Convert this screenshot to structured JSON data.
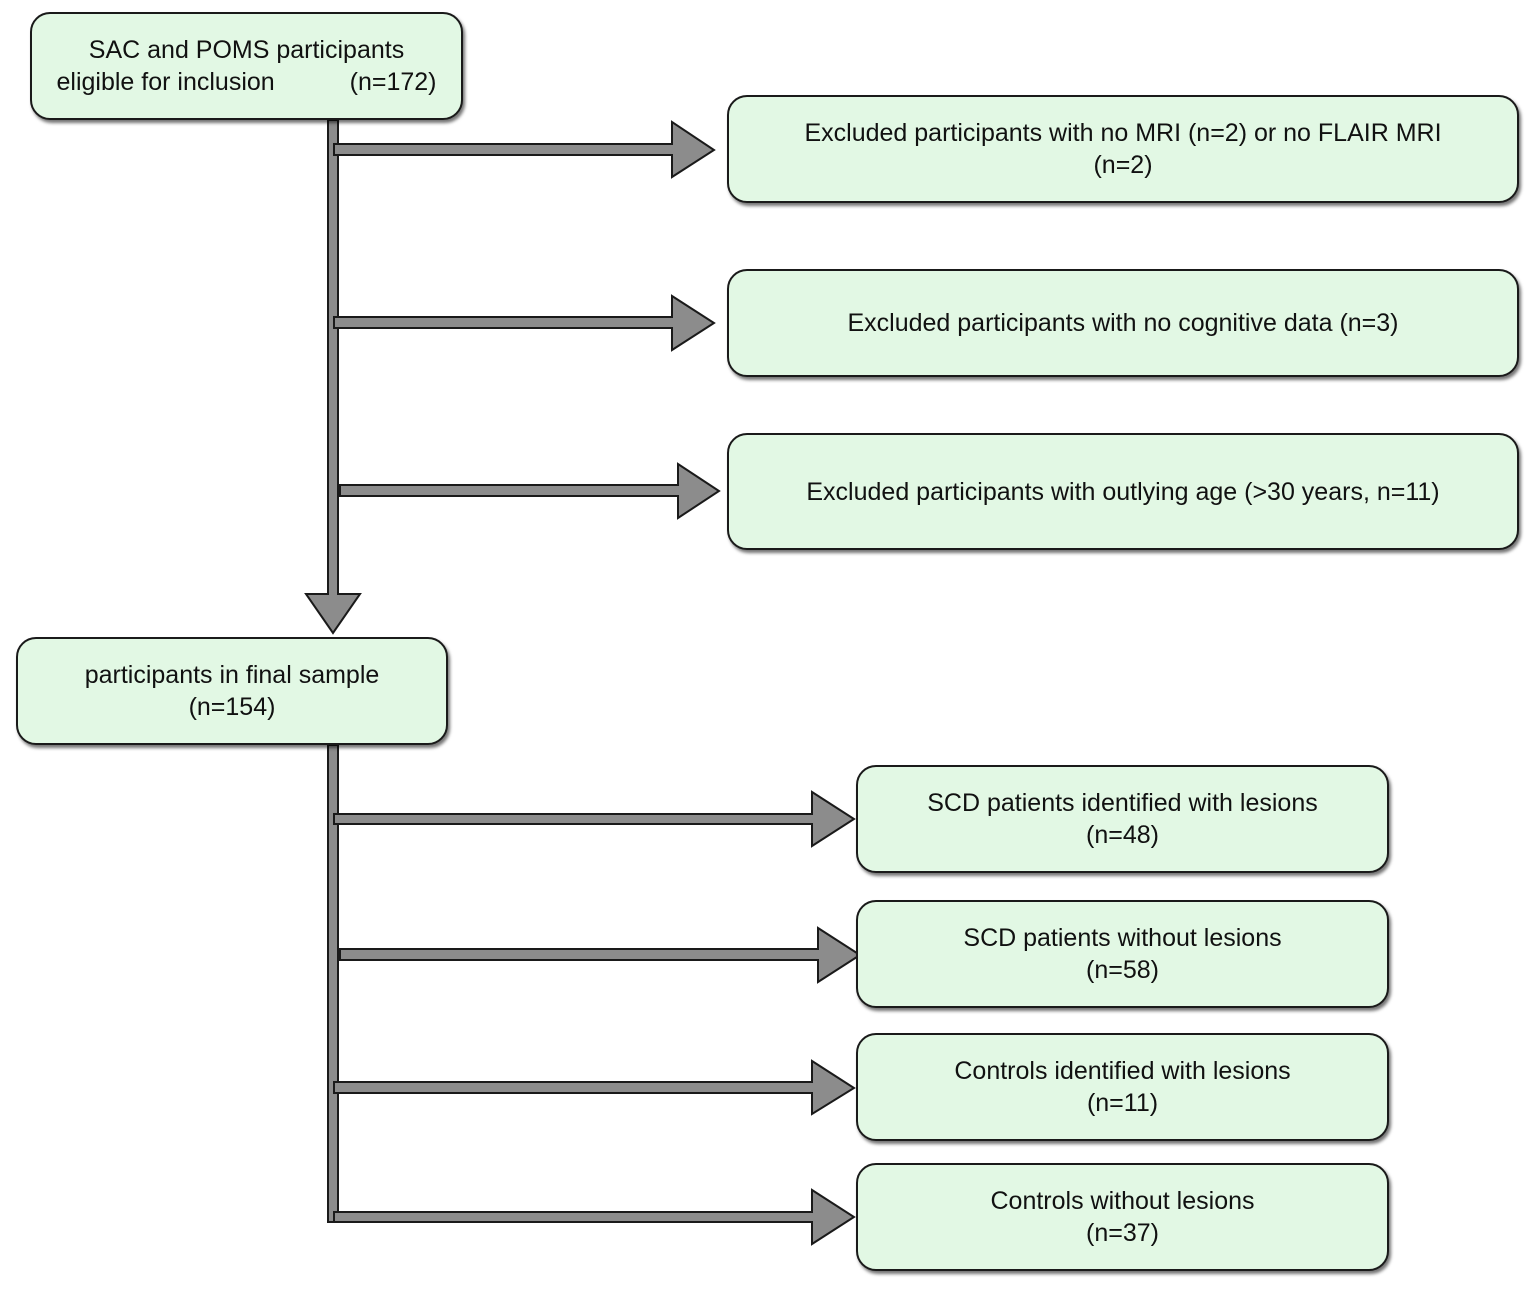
{
  "colors": {
    "box_fill": "#e2f8e4",
    "box_border": "#1a1a1a",
    "arrow_fill": "#8c8c8c",
    "arrow_stroke": "#1a1a1a"
  },
  "start": {
    "line1": "SAC and POMS participants",
    "line2": "eligible for inclusion",
    "count": "(n=172)"
  },
  "exclusions": [
    {
      "line1": "Excluded participants with no MRI (n=2) or no FLAIR MRI",
      "line2": "(n=2)"
    },
    {
      "line1": "Excluded participants with no cognitive data (n=3)"
    },
    {
      "line1": "Excluded participants with outlying age (>30 years, n=11)"
    }
  ],
  "final": {
    "line1": "participants in final sample",
    "line2": "(n=154)"
  },
  "groups": [
    {
      "line1": "SCD patients identified with lesions",
      "line2": "(n=48)"
    },
    {
      "line1": "SCD patients without lesions",
      "line2": "(n=58)"
    },
    {
      "line1": "Controls identified with lesions",
      "line2": "(n=11)"
    },
    {
      "line1": "Controls without lesions",
      "line2": "(n=37)"
    }
  ]
}
